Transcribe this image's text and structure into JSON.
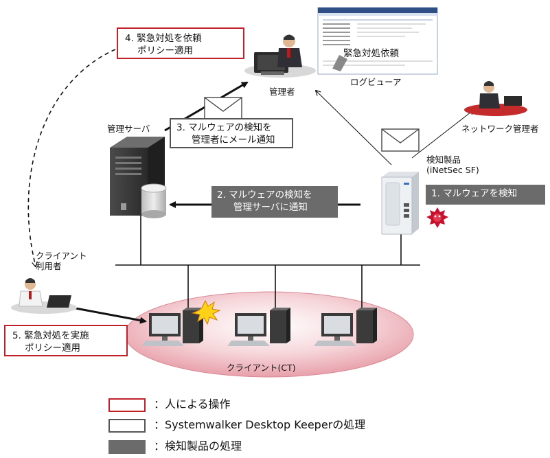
{
  "steps": {
    "step1": {
      "line1": "1.  マルウェアを検知"
    },
    "step2": {
      "line1": "2.  マルウェアの検知を",
      "line2": "管理サーバに通知"
    },
    "step3": {
      "line1": "3.  マルウェアの検知を",
      "line2": "管理者にメール通知"
    },
    "step4": {
      "line1": "4.  緊急対処を依頼",
      "line2": "ポリシー適用"
    },
    "step5": {
      "line1": "5.  緊急対処を実施",
      "line2": "ポリシー適用"
    }
  },
  "labels": {
    "admin": "管理者",
    "log_viewer": "ログビューア",
    "log_viewer_caption": "緊急対処依頼",
    "network_admin": "ネットワーク管理者",
    "mgmt_server": "管理サーバ",
    "detector_line1": "検知製品",
    "detector_line2": "(iNetSec SF)",
    "client_user_line1": "クライアント",
    "client_user_line2": "利用者",
    "clients": "クライアント(CT)"
  },
  "legend": [
    {
      "text": "：人による操作",
      "color": "#c0202a",
      "style": "outline"
    },
    {
      "text": "：Systemwalker  Desktop Keeperの処理",
      "color": "#555555",
      "style": "outline"
    },
    {
      "text": "：検知製品の処理",
      "color": "#6b6b6b",
      "style": "filled"
    }
  ]
}
